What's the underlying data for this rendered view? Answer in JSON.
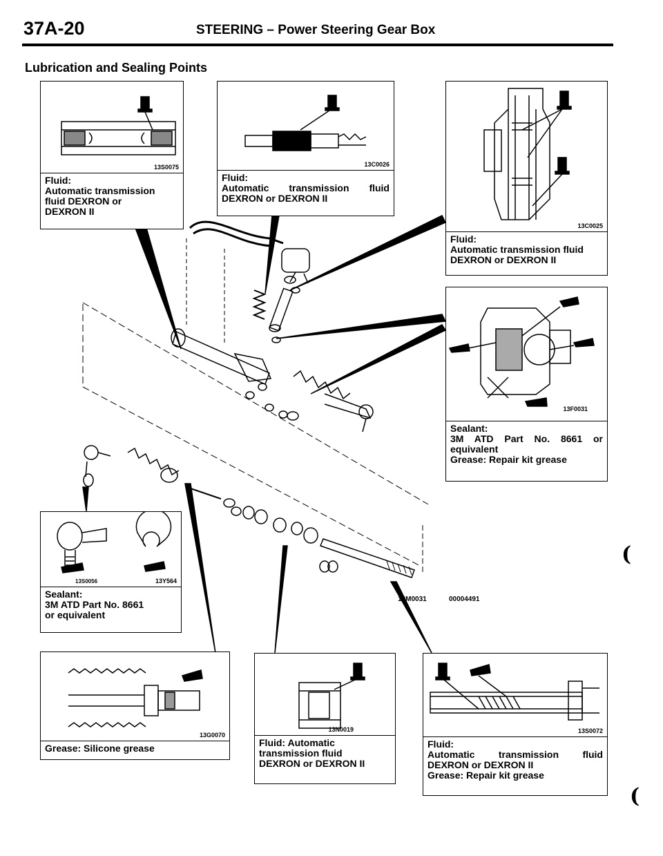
{
  "header": {
    "page_code": "37A-20",
    "title": "STEERING – Power Steering Gear Box"
  },
  "section_title": "Lubrication and Sealing Points",
  "callouts": [
    {
      "id": "c1",
      "code": "13S0075",
      "lines": [
        "Fluid:",
        "Automatic transmission",
        "fluid DEXRON or",
        "DEXRON II"
      ]
    },
    {
      "id": "c2",
      "code": "13C0026",
      "lines": [
        "Fluid:",
        "Automatic transmission fluid",
        "DEXRON or DEXRON II"
      ]
    },
    {
      "id": "c3",
      "code": "13C0025",
      "lines": [
        "Fluid:",
        "Automatic transmission fluid",
        "DEXRON or DEXRON II"
      ]
    },
    {
      "id": "c4",
      "code": "13F0031",
      "lines": [
        "Sealant:",
        "3M ATD Part No. 8661 or",
        "equivalent",
        "Grease: Repair kit grease"
      ]
    },
    {
      "id": "c5",
      "code": "13S0056",
      "code2": "13Y564",
      "lines": [
        "Sealant:",
        "3M ATD Part No. 8661",
        "or equivalent"
      ]
    },
    {
      "id": "c6",
      "code": "13G0070",
      "lines": [
        "Grease: Silicone grease"
      ]
    },
    {
      "id": "c7",
      "code": "13N0019",
      "lines": [
        "Fluid: Automatic",
        "transmission fluid",
        "DEXRON or DEXRON II"
      ]
    },
    {
      "id": "c8",
      "code": "13S0072",
      "lines": [
        "Fluid:",
        "Automatic transmission fluid",
        "DEXRON or DEXRON II",
        "Grease: Repair kit grease"
      ]
    }
  ],
  "figure_codes": {
    "main_left": "13M0031",
    "main_right": "00004491"
  },
  "margin_marks": [
    "(",
    "("
  ]
}
